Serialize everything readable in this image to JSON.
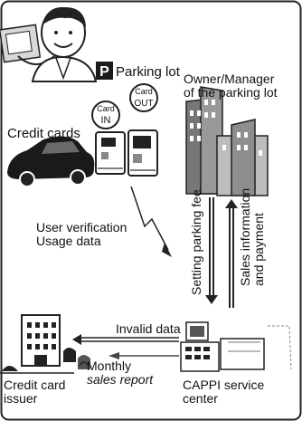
{
  "parking_lot_label": "Parking lot",
  "parking_sign_letter": "P",
  "owner_label": [
    "Owner/Manager",
    "of the parking lot"
  ],
  "card_in": [
    "Card",
    "IN"
  ],
  "card_out": [
    "Card",
    "OUT"
  ],
  "credit_cards_label": "Credit cards",
  "user_verification_label": [
    "User verification",
    "Usage data"
  ],
  "setting_fee_label": "Setting parking fee",
  "sales_info_label": [
    "Sales information",
    "and payment"
  ],
  "invalid_data_label": "Invalid data",
  "monthly_label": "Monthly",
  "sales_report_label": "sales report",
  "card_issuer_label": [
    "Credit card",
    "issuer"
  ],
  "cappi_label": [
    "CAPPI service",
    "center"
  ],
  "colors": {
    "ink": "#111111",
    "paper": "#ffffff",
    "sign": "#1a1a1a",
    "gray": "#8a8a8a"
  }
}
